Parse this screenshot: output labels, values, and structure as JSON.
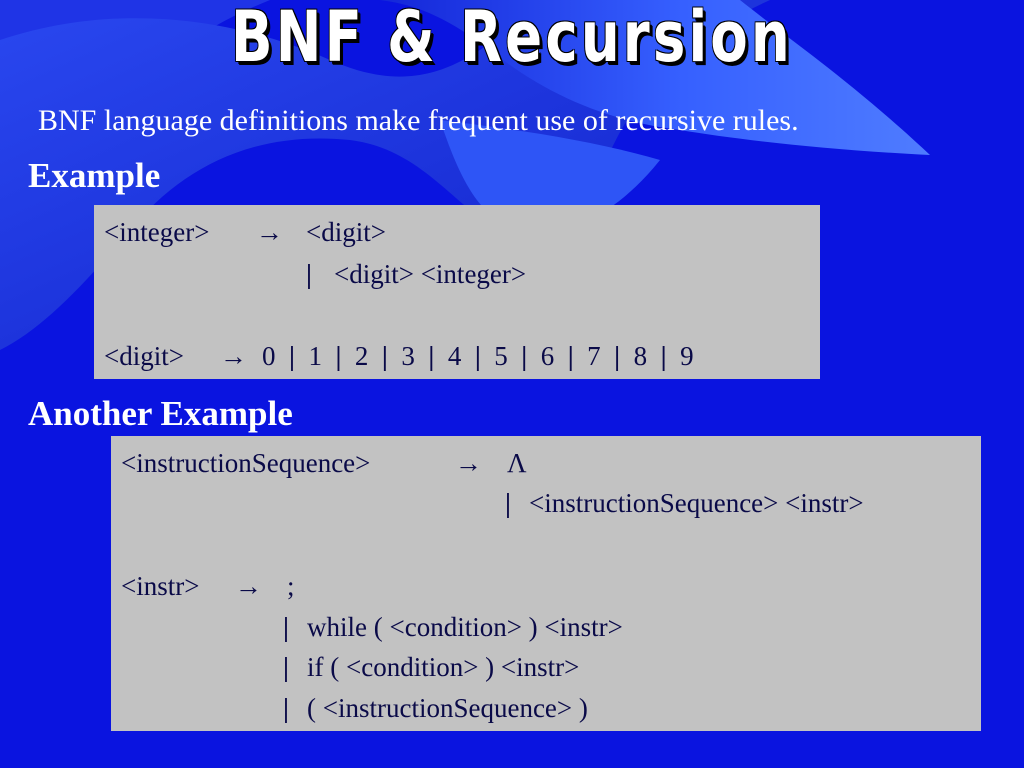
{
  "slide": {
    "title": "BNF & Recursion",
    "intro": "BNF language definitions make frequent use of recursive rules.",
    "example1": {
      "heading": "Example",
      "rule1_lhs": "<integer>",
      "arrow": "→",
      "rule1_alt1": "<digit>",
      "bar": "|",
      "rule1_alt2": "<digit> <integer>",
      "rule2_lhs": "<digit>",
      "digits": [
        "0",
        "1",
        "2",
        "3",
        "4",
        "5",
        "6",
        "7",
        "8",
        "9"
      ]
    },
    "example2": {
      "heading": "Another Example",
      "rule1_lhs": "<instructionSequence>",
      "rule1_alt1": "Λ",
      "rule1_alt2": "<instructionSequence>  <instr>",
      "rule2_lhs": "<instr>",
      "rule2_alt1": ";",
      "rule2_alt2": "while  (  <condition> )  <instr>",
      "rule2_alt3": "if  (  <condition> )  <instr>",
      "rule2_alt4": "(  <instructionSequence>  )"
    }
  },
  "colors": {
    "background": "#0a14e0",
    "swoosh": "#3c63ff",
    "box": "#c2c2c2",
    "code_text": "#0a0a48"
  }
}
